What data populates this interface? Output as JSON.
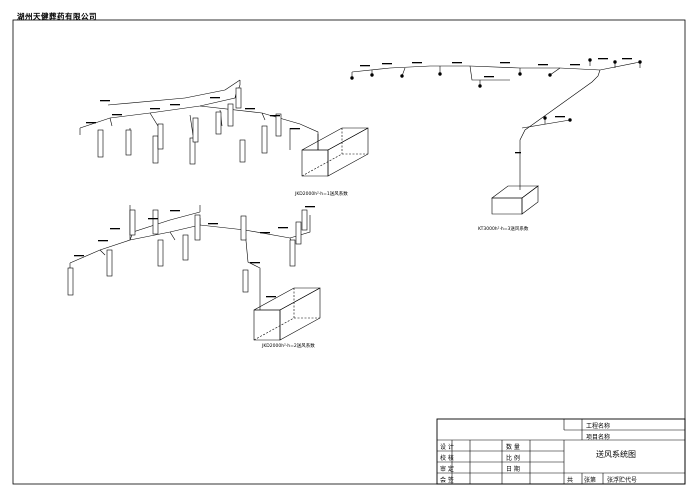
{
  "company": "湖州天健葬药有限公司",
  "captions": {
    "system1": "JKD2000h²·h=1送风系数",
    "system2": "JKD2000h²·h=2送风系数",
    "system3": "KT3000h²·h=3送风系数"
  },
  "title_block": {
    "project_name_label": "工程名称",
    "item_name_label": "项目名称",
    "design": "设  计",
    "check": "校  核",
    "review": "审  定",
    "countersign": "会  签",
    "quantity": "数  量",
    "scale": "比  例",
    "date": "日  期",
    "drawing_title": "送风系统图",
    "total": "共",
    "sheet_no": "张第",
    "code": "张浮贮代号"
  }
}
